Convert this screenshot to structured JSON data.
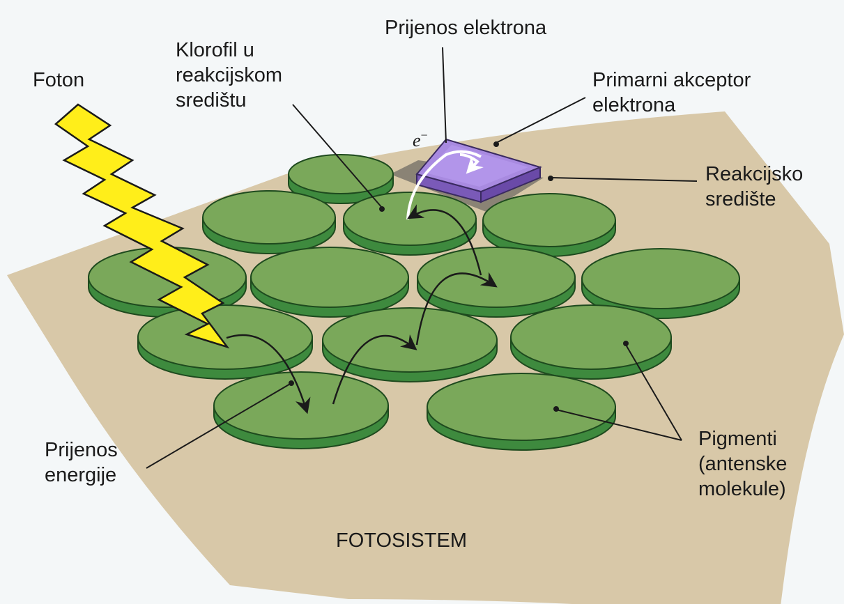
{
  "labels": {
    "photon": "Foton",
    "rc_chlorophyll": [
      "Klorofil u",
      "reakcijskom",
      "središtu"
    ],
    "electron_transfer": "Prijenos elektrona",
    "primary_acceptor": [
      "Primarni akceptor",
      "elektrona"
    ],
    "reaction_center": [
      "Reakcijsko",
      "središte"
    ],
    "energy_transfer": [
      "Prijenos",
      "energije"
    ],
    "pigments": [
      "Pigmenti",
      "(antenske",
      "molekule)"
    ],
    "photosystem": "FOTOSISTEM",
    "electron_symbol": "e",
    "electron_sup": "−"
  },
  "colors": {
    "membrane": "#d8c8a8",
    "disc_top": "#7aa85a",
    "disc_side": "#3e8a3e",
    "acceptor_top": "#a88ae0",
    "acceptor_side": "#7a5ab8",
    "photon": "#ffee1a",
    "arrow": "#1a1a1a"
  }
}
